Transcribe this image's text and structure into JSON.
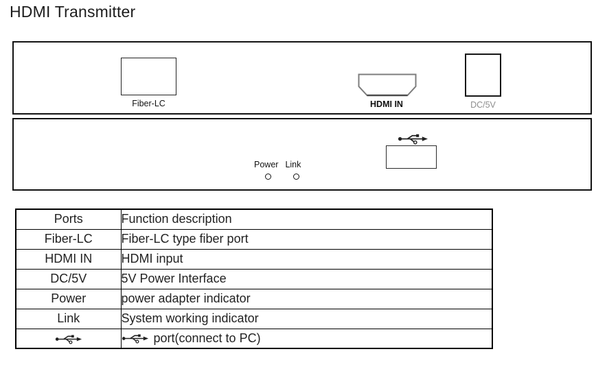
{
  "title": "HDMI Transmitter",
  "back_panel": {
    "fiber_lc_label": "Fiber-LC",
    "hdmi_in_label": "HDMI IN",
    "dc_5v_label": "DC/5V"
  },
  "front_panel": {
    "power_label": "Power",
    "link_label": "Link",
    "power_indicator": "led-circle",
    "link_indicator": "led-circle",
    "usb_port_icon": "usb-icon"
  },
  "table": {
    "headers": {
      "ports": "Ports",
      "description": "Function description"
    },
    "rows": [
      {
        "port": "Fiber-LC",
        "description": "Fiber-LC type fiber port"
      },
      {
        "port": "HDMI IN",
        "description": "HDMI input"
      },
      {
        "port": "DC/5V",
        "description": "5V Power Interface"
      },
      {
        "port": "Power",
        "description": "power adapter indicator"
      },
      {
        "port": "Link",
        "description": "System working indicator"
      },
      {
        "port": "usb-icon",
        "description": "port(connect to PC)"
      }
    ]
  },
  "colors": {
    "text": "#222222",
    "muted_label": "#8e8e8e",
    "border": "#000000",
    "hdmi_outline": "#7d7d7d"
  }
}
